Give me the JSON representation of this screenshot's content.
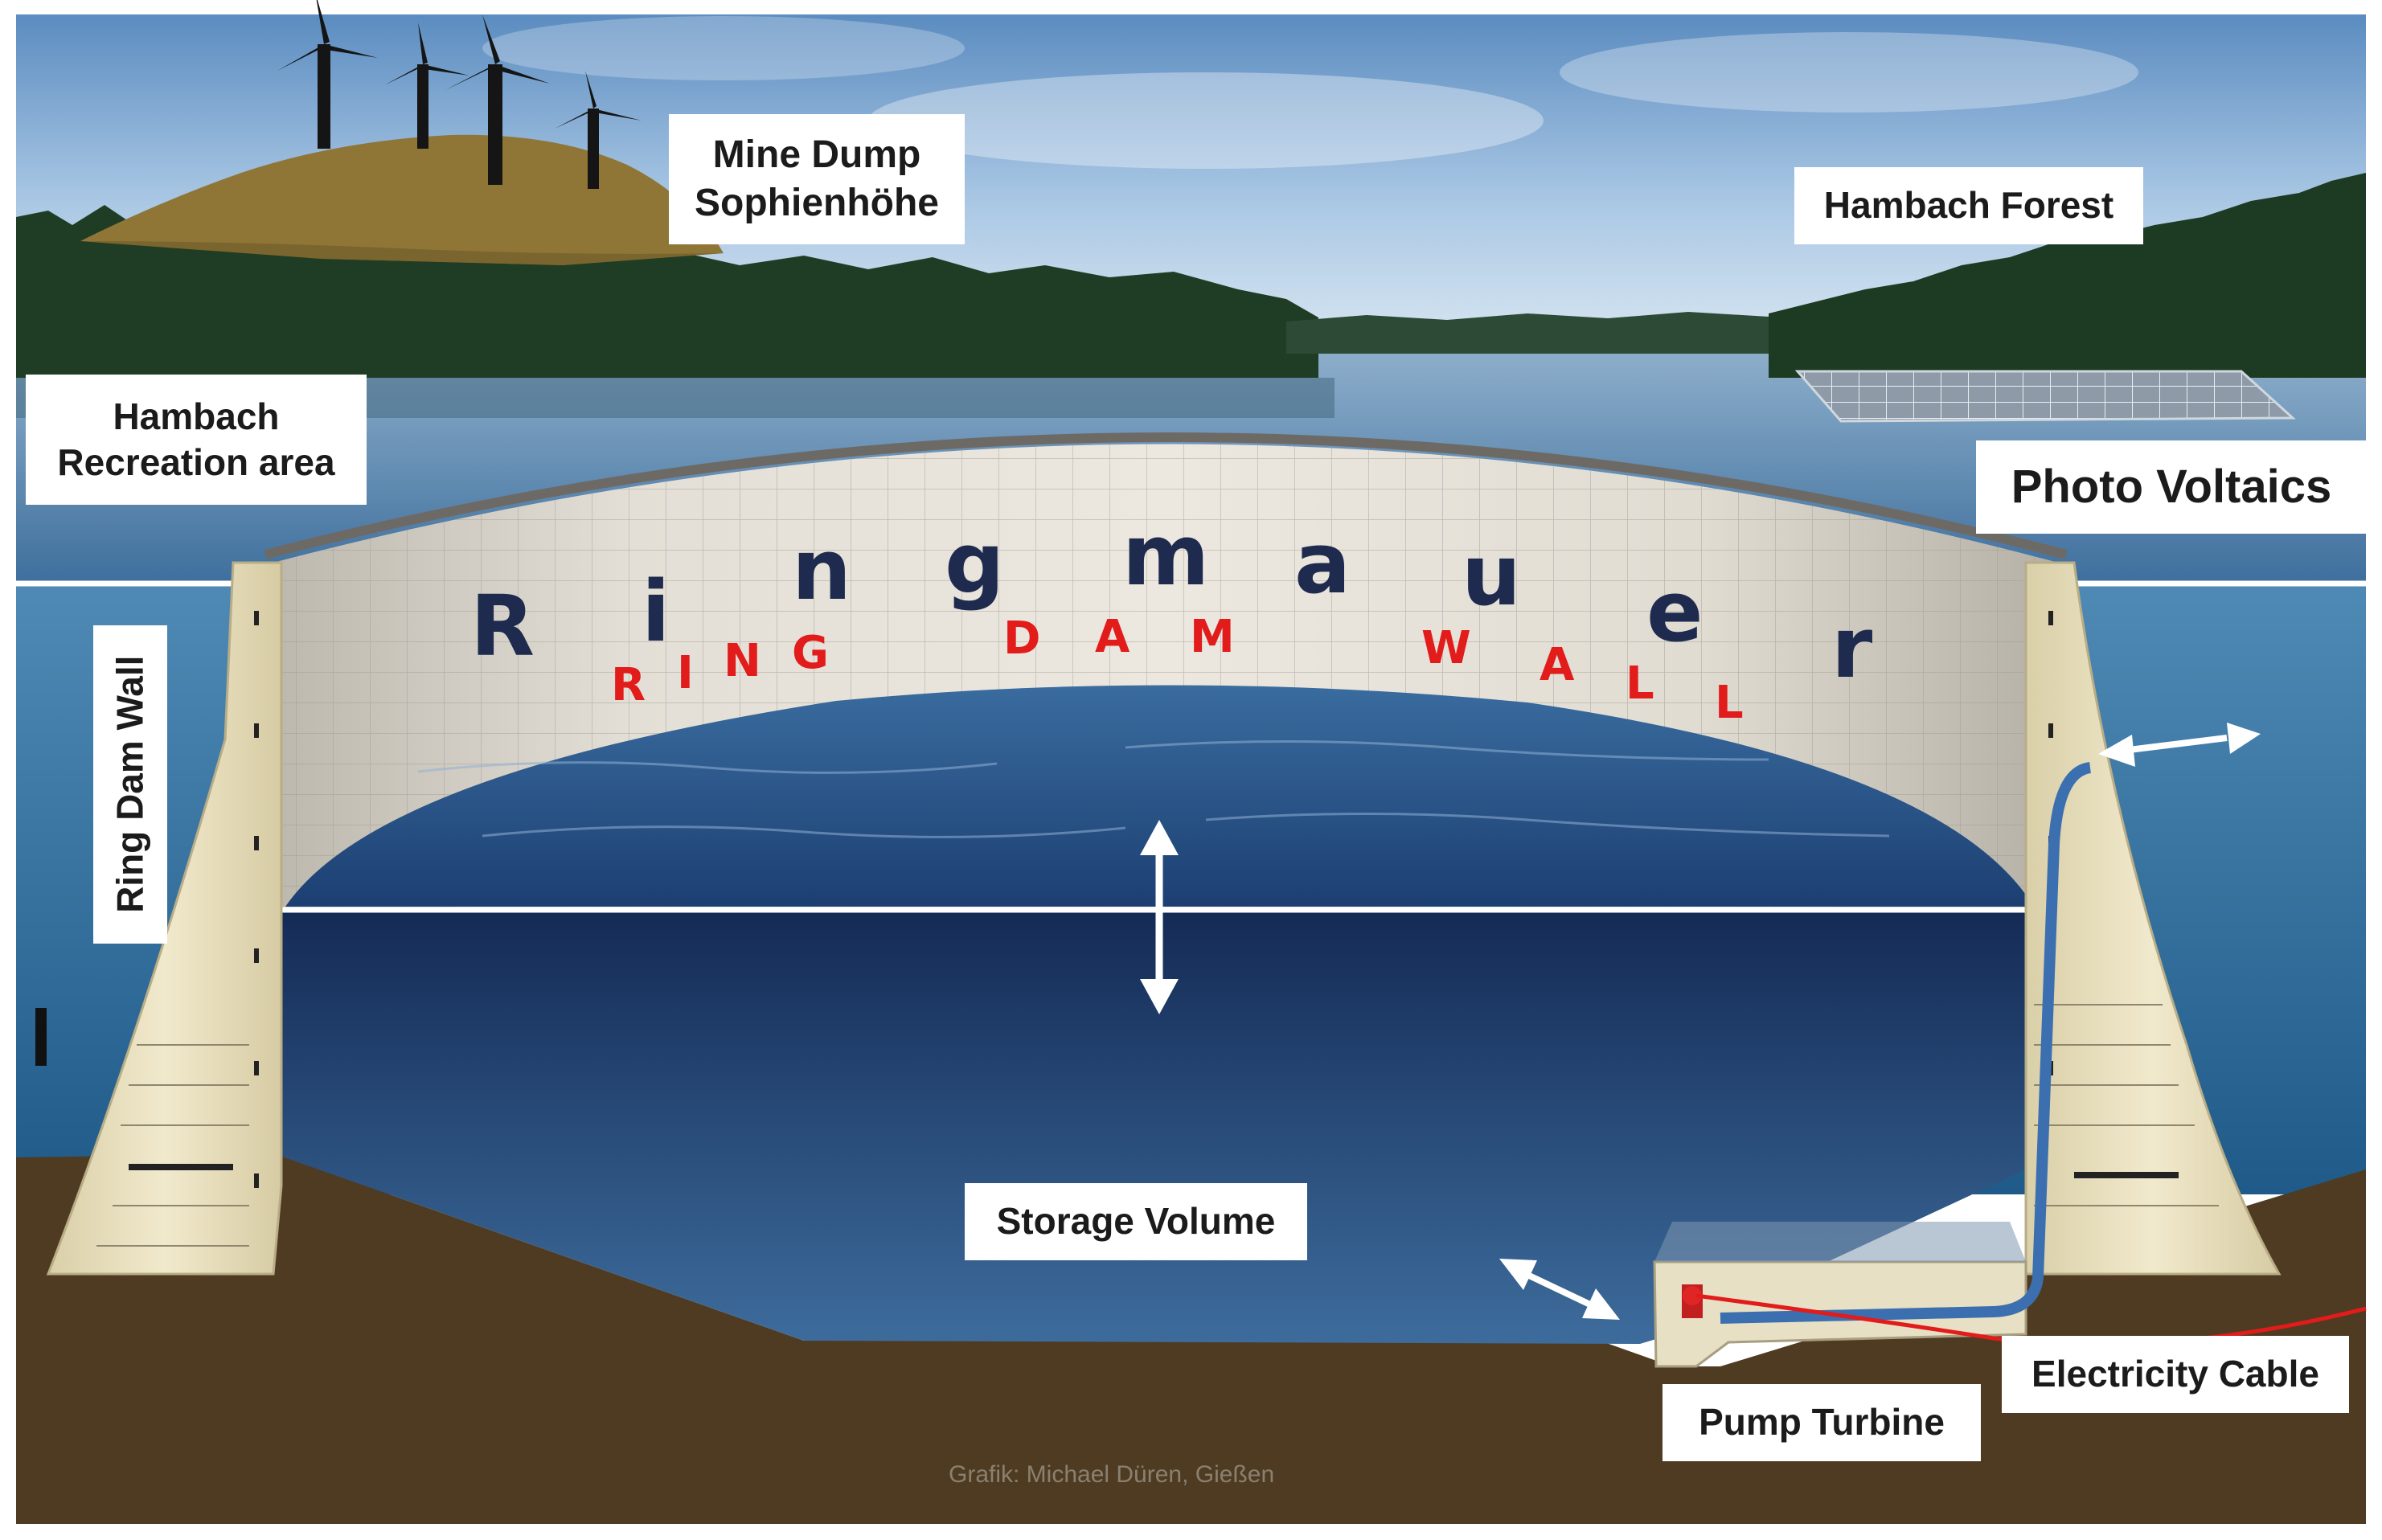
{
  "labels": {
    "mine_dump": [
      "Mine Dump",
      "Sophienhöhe"
    ],
    "hambach_forest": "Hambach Forest",
    "recreation_area": [
      "Hambach",
      "Recreation area"
    ],
    "photo_voltaics": "Photo Voltaics",
    "ring_dam_wall_side": "Ring Dam Wall",
    "storage_volume": "Storage Volume",
    "electricity_cable": "Electricity Cable",
    "pump_turbine": "Pump Turbine"
  },
  "wall_title_de": [
    "R",
    "i",
    "n",
    "g",
    "m",
    "a",
    "u",
    "e",
    "r"
  ],
  "wall_title_en": [
    "R",
    "I",
    "N",
    "G",
    "D",
    "A",
    "M",
    "W",
    "A",
    "L",
    "L"
  ],
  "credit": "Grafik: Michael Düren, Gießen",
  "colors": {
    "sky_top": "#5f8fc2",
    "lake": "#2a5b8f",
    "reservoir_deep": "#1a2f5a",
    "outer_water": "#2d6d9c",
    "ground": "#4f3b22",
    "concrete": "#e9e0c0",
    "wall_inner": "#d8d4cc",
    "cable": "#e21b1b",
    "forest": "#1d3b22"
  }
}
